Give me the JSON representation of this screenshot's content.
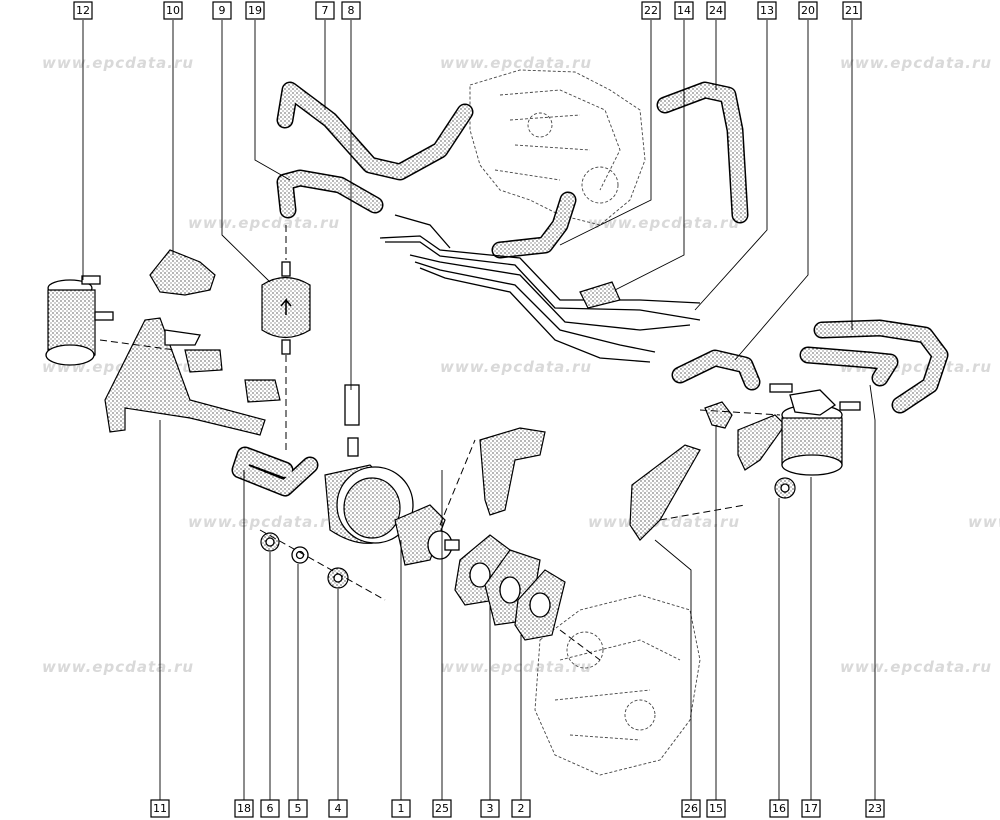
{
  "watermark": {
    "text": "www.epcdata.ru"
  },
  "callouts": {
    "top": [
      "12",
      "10",
      "9",
      "19",
      "7",
      "8",
      "22",
      "14",
      "24",
      "13",
      "20",
      "21"
    ],
    "bottom": [
      "11",
      "18",
      "6",
      "5",
      "4",
      "1",
      "25",
      "3",
      "2",
      "26",
      "15",
      "16",
      "17",
      "23"
    ]
  }
}
